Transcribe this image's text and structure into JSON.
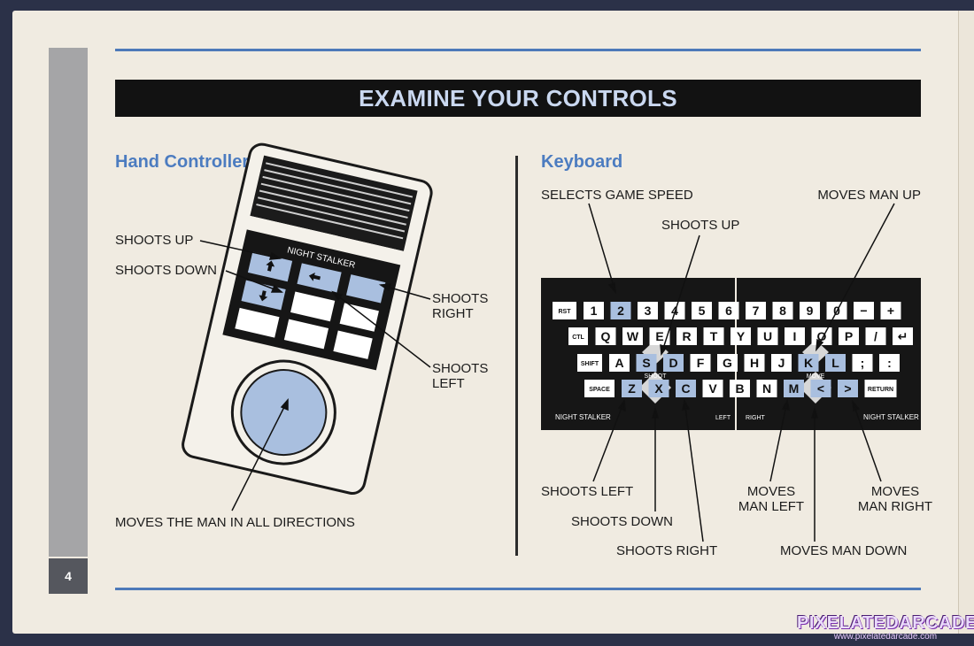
{
  "title": "EXAMINE YOUR CONTROLS",
  "page_number": "4",
  "hand_controller": {
    "heading": "Hand Controller",
    "brand": "NIGHT STALKER",
    "labels": {
      "shoots_up": "SHOOTS UP",
      "shoots_down": "SHOOTS DOWN",
      "shoots_right": "SHOOTS RIGHT",
      "shoots_left": "SHOOTS LEFT",
      "moves_all": "MOVES THE MAN IN ALL DIRECTIONS"
    }
  },
  "keyboard": {
    "heading": "Keyboard",
    "overlay": {
      "shoot": "SHOOT",
      "move": "MOVE",
      "left": "LEFT",
      "right": "RIGHT",
      "brand": "NIGHT STALKER"
    },
    "rows": [
      [
        "RST",
        "1",
        "2",
        "3",
        "4",
        "5",
        "6",
        "7",
        "8",
        "9",
        "0",
        "−",
        "+"
      ],
      [
        "CTL",
        "Q",
        "W",
        "E",
        "R",
        "T",
        "Y",
        "U",
        "I",
        "O",
        "P",
        "/",
        "↵"
      ],
      [
        "SHIFT",
        "A",
        "S",
        "D",
        "F",
        "G",
        "H",
        "J",
        "K",
        "L",
        ";",
        ":"
      ],
      [
        "SPACE",
        "Z",
        "X",
        "C",
        "V",
        "B",
        "N",
        "M",
        "<",
        ">",
        "RETURN"
      ]
    ],
    "labels": {
      "selects_speed": "SELECTS GAME SPEED",
      "moves_up": "MOVES MAN UP",
      "shoots_up": "SHOOTS UP",
      "shoots_left": "SHOOTS LEFT",
      "shoots_down": "SHOOTS DOWN",
      "shoots_right": "SHOOTS RIGHT",
      "moves_left": "MOVES MAN LEFT",
      "moves_right": "MOVES MAN RIGHT",
      "moves_down": "MOVES MAN DOWN"
    }
  },
  "watermark": {
    "title": "PIXELATEDARCADE",
    "url": "www.pixelatedarcade.com"
  },
  "colors": {
    "accent_blue": "#4d79b9",
    "key_highlight": "#a9bfdf",
    "title_bar": "#121212"
  }
}
